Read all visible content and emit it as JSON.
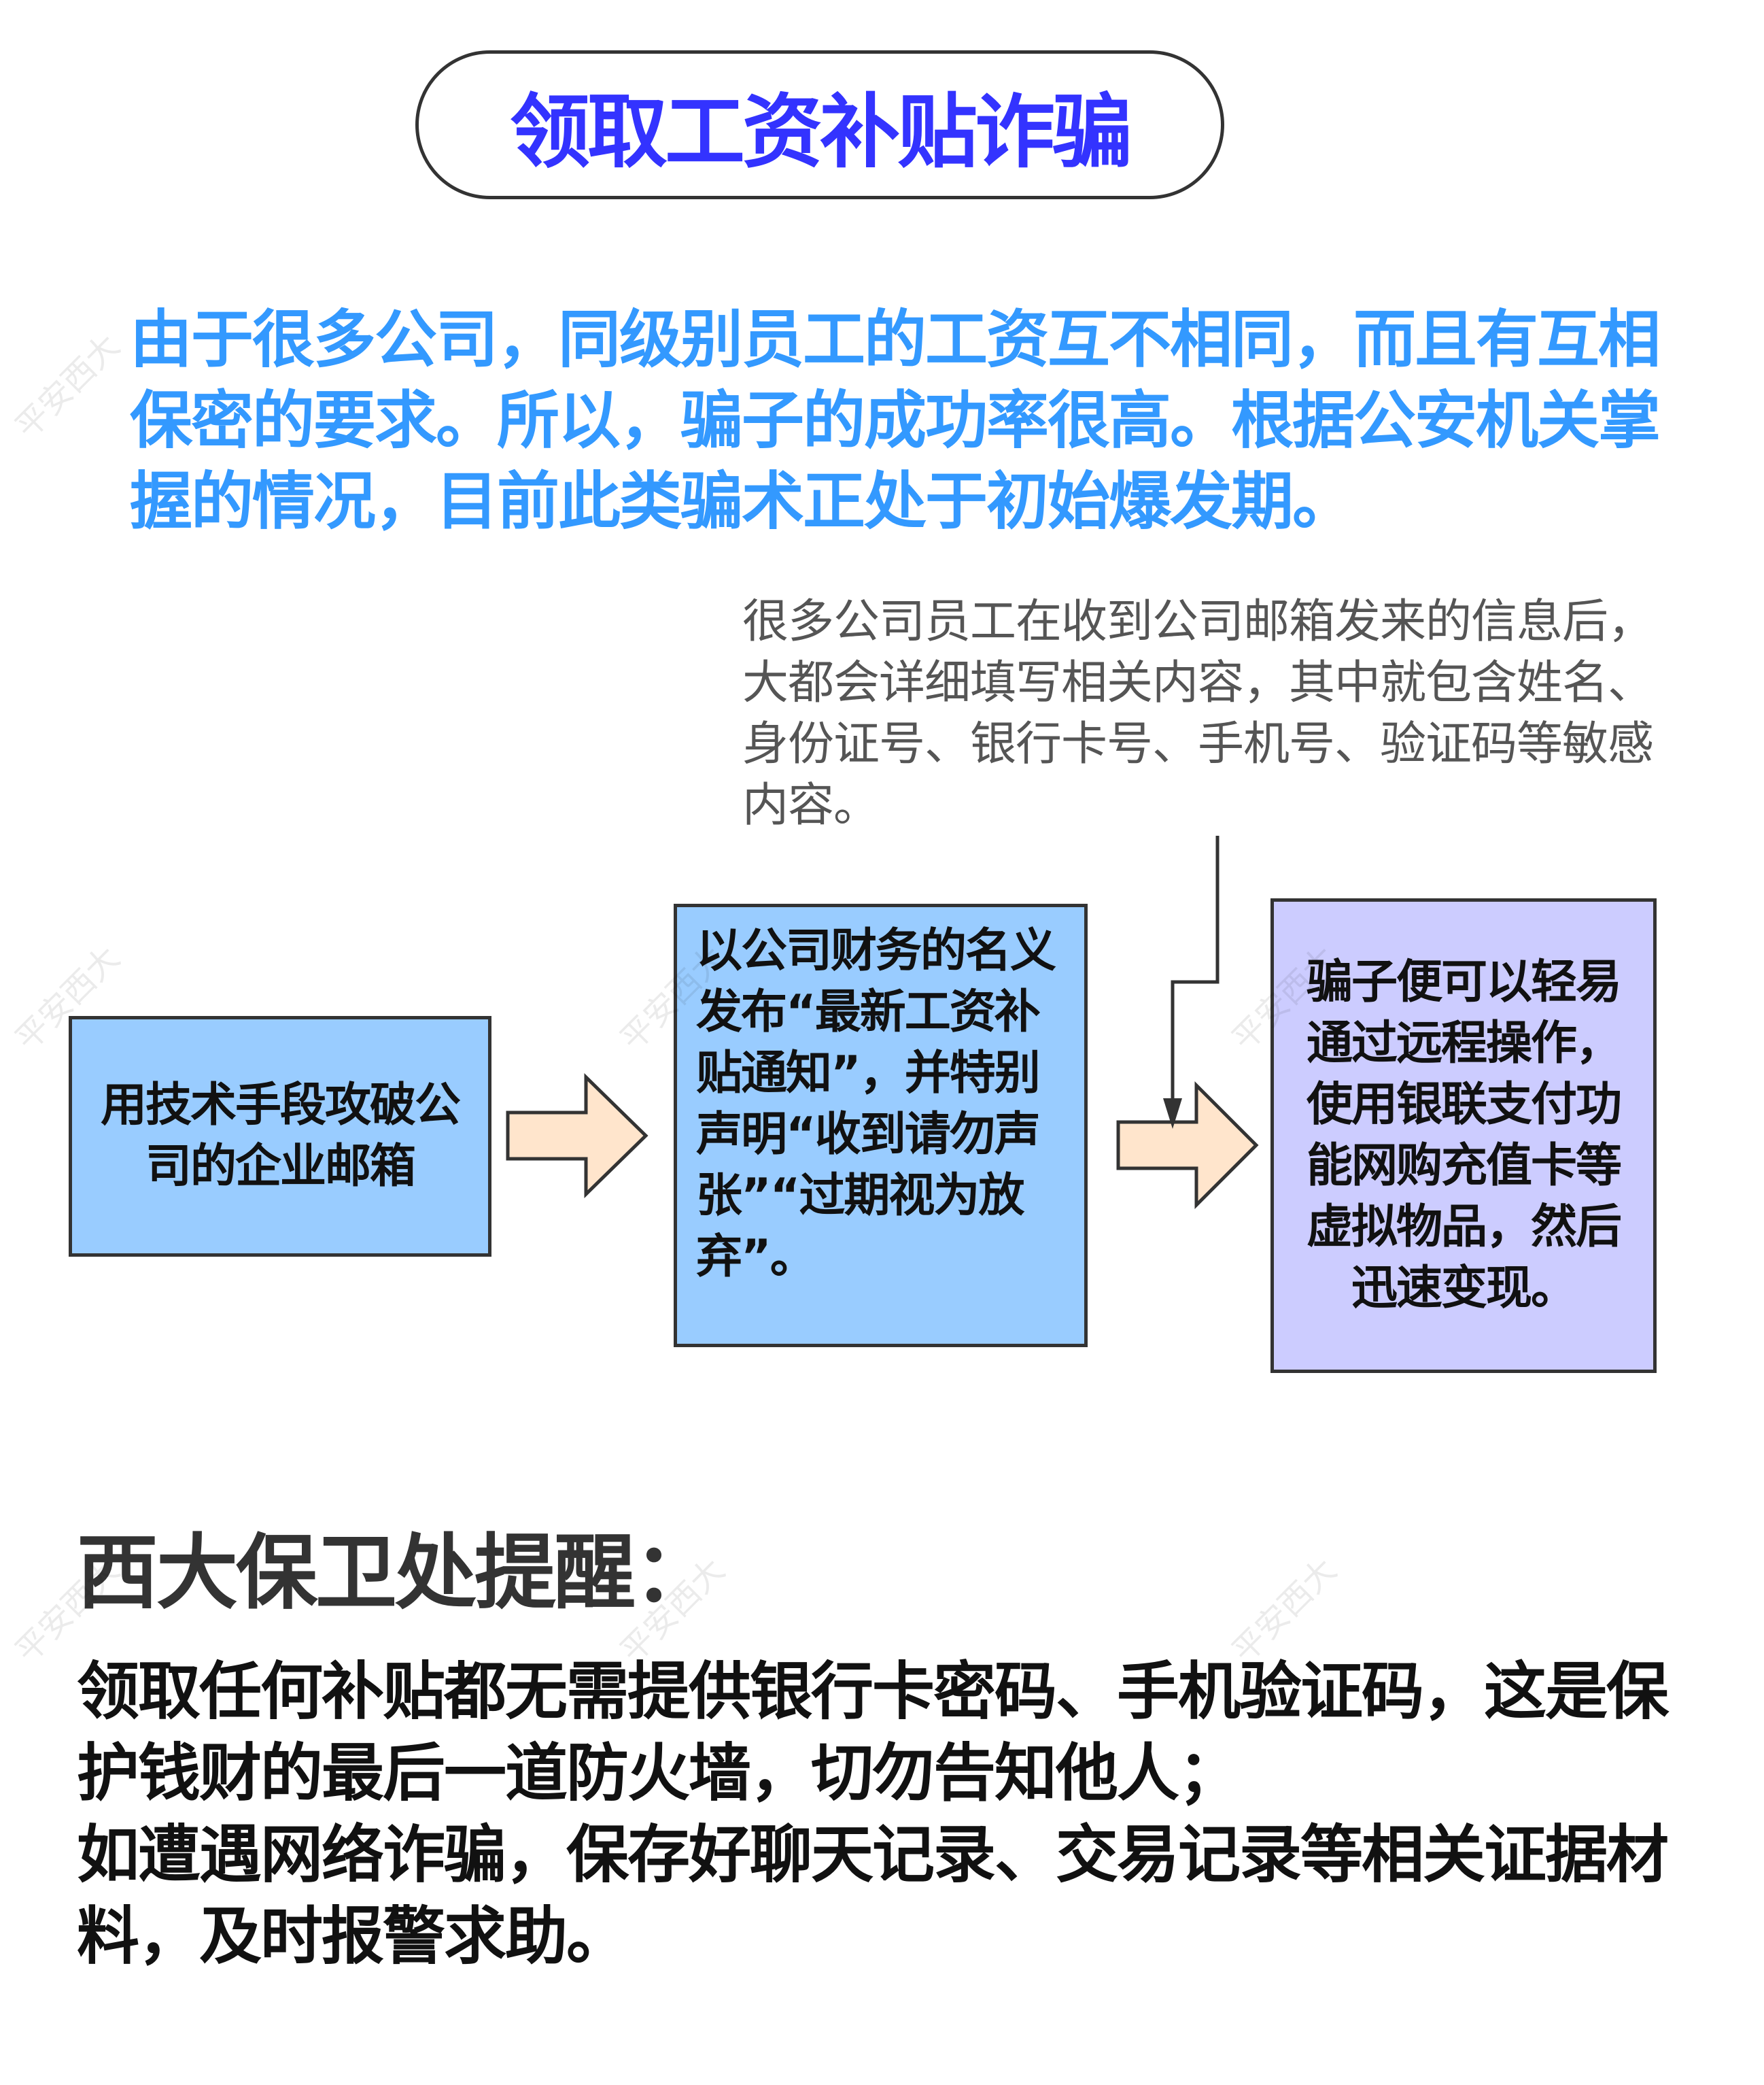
{
  "title": "领取工资补贴诈骗",
  "intro": "由于很多公司，同级别员工的工资互不相同，而且有互相保密的要求。所以，骗子的成功率很高。根据公安机关掌握的情况，目前此类骗术正处于初始爆发期。",
  "note": "很多公司员工在收到公司邮箱发来的信息后，大都会详细填写相关内容，其中就包含姓名、身份证号、银行卡号、手机号、验证码等敏感内容。",
  "flow": {
    "step1": "用技术手段攻破公司的企业邮箱",
    "step2": "以公司财务的名义发布“最新工资补贴通知”，并特别声明“收到请勿声张”“过期视为放弃”。",
    "step3": "骗子便可以轻易通过远程操作，使用银联支付功能网购充值卡等虚拟物品，然后迅速变现。"
  },
  "reminder": {
    "heading": "西大保卫处提醒：",
    "lines": [
      "领取任何补贴都无需提供银行卡密码、手机验证码，这是保护钱财的最后一道防火墙，切勿告知他人；",
      "如遭遇网络诈骗，保存好聊天记录、交易记录等相关证据材料，及时报警求助。"
    ]
  },
  "watermark": "平安西大",
  "colors": {
    "title": "#3333ff",
    "intro": "#3399ff",
    "box_blue": "#99ccff",
    "box_purple": "#ccccff",
    "arrow_fill": "#ffe5cc"
  }
}
